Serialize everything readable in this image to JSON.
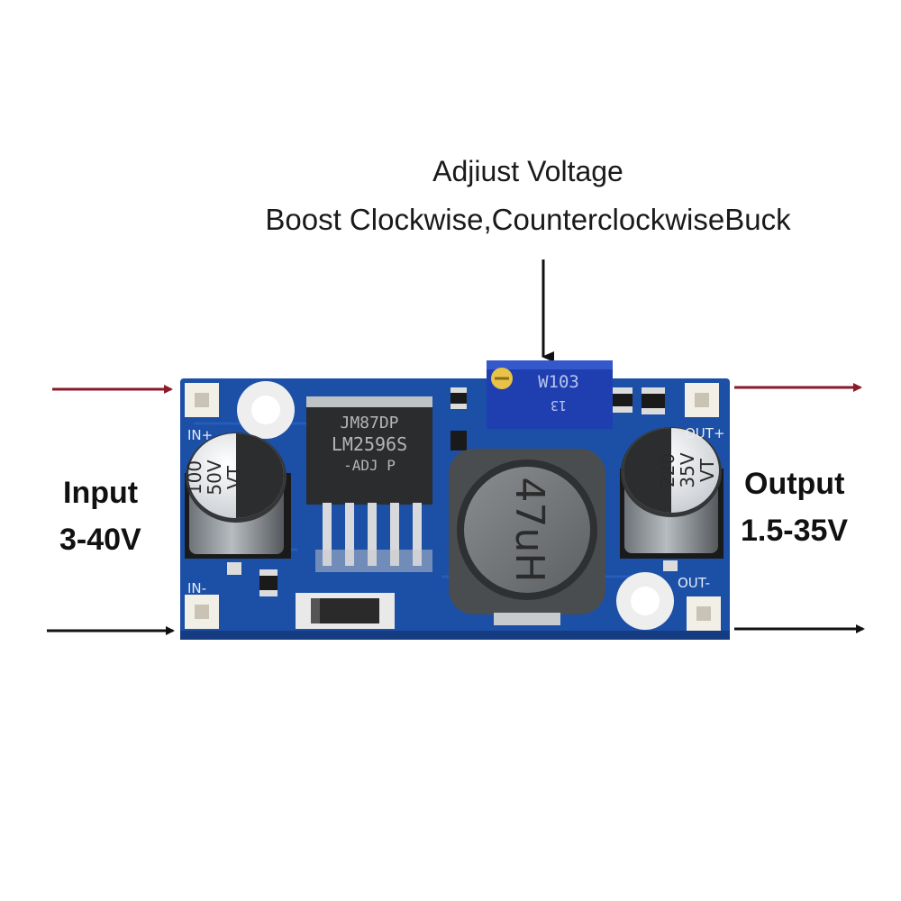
{
  "annotation": {
    "adjust_title": "Adjiust Voltage",
    "adjust_desc": "Boost Clockwise,CounterclockwiseBuck",
    "input_label": "Input",
    "input_range": "3-40V",
    "output_label": "Output",
    "output_range": "1.5-35V"
  },
  "board": {
    "chip_line1": "JM87DP",
    "chip_line2": "LM2596S",
    "chip_line3": "-ADJ  P",
    "pot_code": "W103",
    "pot_sub": "13",
    "cap_in_line1": "100",
    "cap_in_line2": "50V",
    "cap_in_line3": "VT",
    "cap_out_line1": "220",
    "cap_out_line2": "35V",
    "cap_out_line3": "VT",
    "inductor_marking": "47uH",
    "pad_in_plus": "IN+",
    "pad_in_minus": "IN-",
    "pad_out_plus": "OUT+",
    "pad_out_minus": "OUT-"
  },
  "colors": {
    "pcb": "#1c4fa6",
    "input_arrow": "#8b1a2b",
    "pot_body": "#1f3fb0",
    "text": "#1a1a1a"
  }
}
